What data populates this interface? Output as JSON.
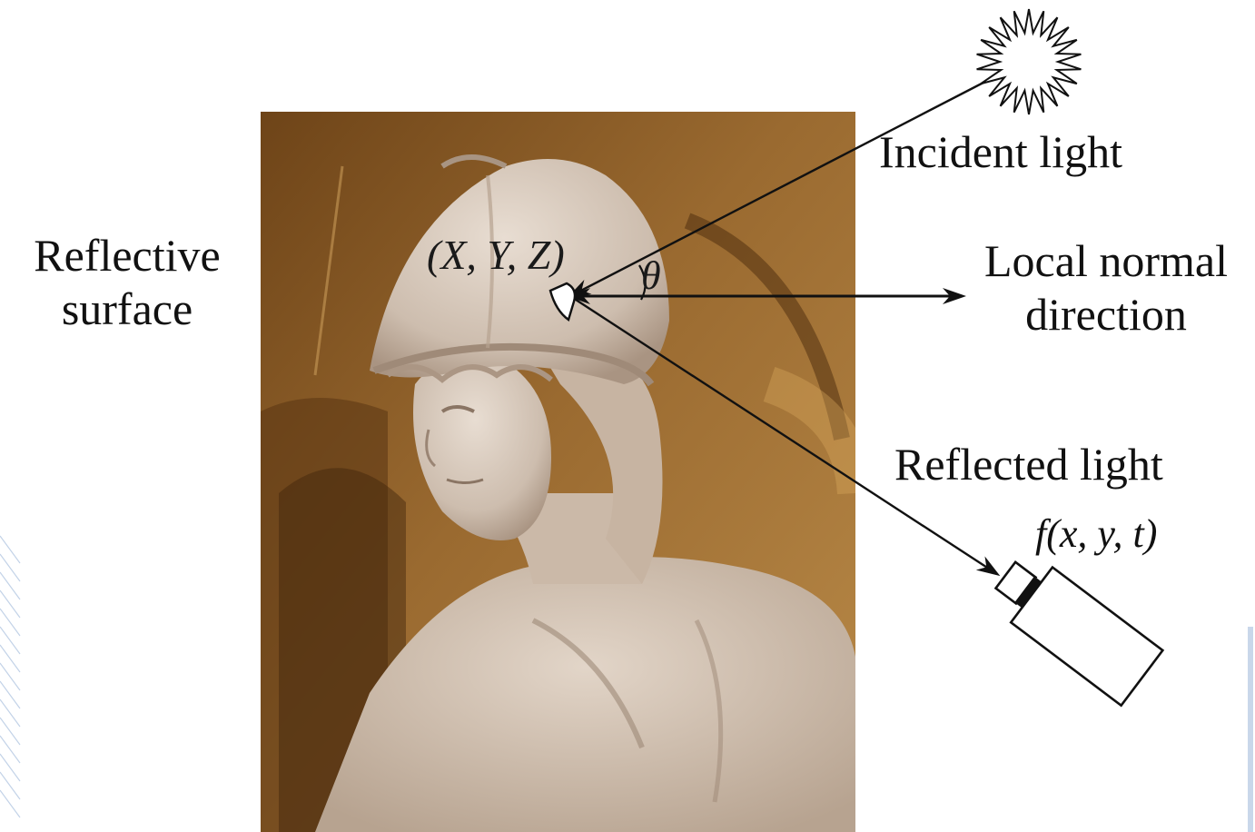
{
  "labels": {
    "reflective_surface": [
      "Reflective",
      "surface"
    ],
    "incident_light": "Incident light",
    "local_normal_direction": [
      "Local normal",
      "direction"
    ],
    "reflected_light": "Reflected light",
    "surface_point": "(X, Y, Z)",
    "angle": "θ",
    "image_function": "f(x, y, t)"
  },
  "colors": {
    "ink": "#111111",
    "photo_background": "#8a5a28",
    "statue_stone": "#d8cbbf",
    "decoration_blue": "#9fb7d8"
  },
  "icons": {
    "light_source": "sun-burst-icon",
    "camera": "camera-icon",
    "surface_patch": "surface-patch-icon"
  }
}
